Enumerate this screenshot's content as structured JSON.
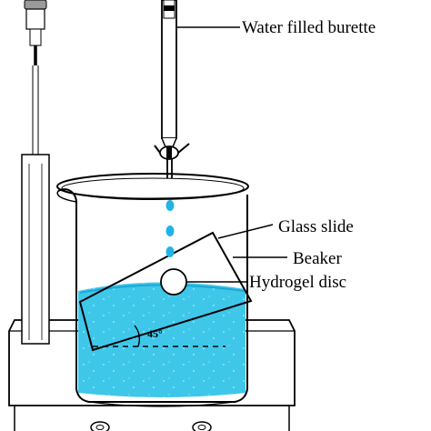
{
  "labels": {
    "burette": "Water filled burette",
    "glass_slide": "Glass slide",
    "beaker": "Beaker",
    "hydrogel_disc": "Hydrogel disc",
    "angle": "45°"
  },
  "angle_degrees": 45,
  "colors": {
    "water": "#3fc7ea",
    "water_dark": "#1aa9d6",
    "drops": "#20b4e6",
    "outline": "#000000",
    "background": "#ffffff"
  }
}
